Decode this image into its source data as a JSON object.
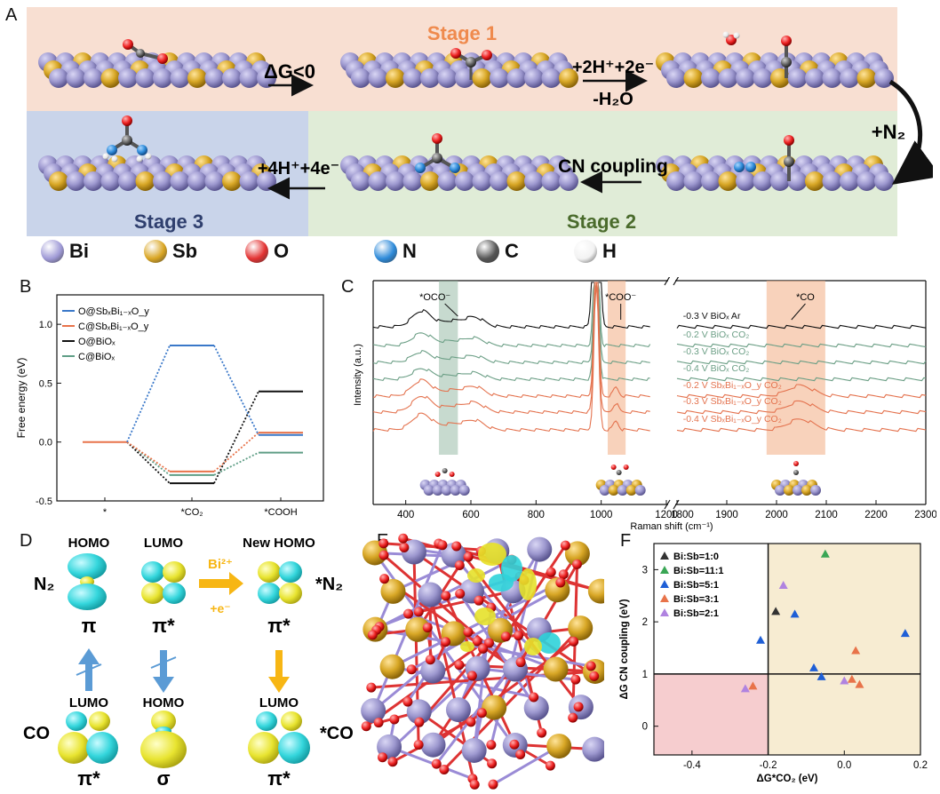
{
  "panelA": {
    "label": "A",
    "stage1": "Stage 1",
    "stage2": "Stage 2",
    "stage3": "Stage 3",
    "step1": "ΔG<0",
    "step2_top": "+2H⁺+2e⁻",
    "step2_bottom": "-H₂O",
    "step3": "+N₂",
    "step4": "CN coupling",
    "step5": "+4H⁺+4e⁻",
    "colors": {
      "stage1": "#f8dfd2",
      "stage2": "#e0ecd7",
      "stage3": "#c9d4ea",
      "stage1_text": "#ef8a4d",
      "stage2_text": "#4a6b2c",
      "stage3_text": "#2f3f6e",
      "bi": "#9d98cf",
      "sb": "#d8a726"
    }
  },
  "atoms": [
    {
      "symbol": "Bi",
      "color": "#9f9ad6"
    },
    {
      "symbol": "Sb",
      "color": "#d9a522"
    },
    {
      "symbol": "O",
      "color": "#e33232"
    },
    {
      "symbol": "N",
      "color": "#2d8ad9"
    },
    {
      "symbol": "C",
      "color": "#555555"
    },
    {
      "symbol": "H",
      "color": "#f2f2f2"
    }
  ],
  "panelB": {
    "label": "B"
  },
  "panelC": {
    "label": "C"
  },
  "panelD": {
    "label": "D",
    "homo": "HOMO",
    "lumo": "LUMO",
    "new_homo": "New HOMO",
    "n2": "N₂",
    "co": "CO",
    "n2_ads": "*N₂",
    "co_ads": "*CO",
    "pi": "π",
    "pistar": "π*",
    "sigma": "σ",
    "donor": "Bi²⁺",
    "electron": "+e⁻"
  },
  "panelE": {
    "label": "E"
  },
  "panelF": {
    "label": "F"
  },
  "chart_data": [
    {
      "type": "line",
      "panel": "B",
      "ylabel": "Free energy (eV)",
      "categories": [
        "*",
        "*CO₂",
        "*COOH"
      ],
      "ylim": [
        -0.5,
        1.25
      ],
      "yticks": [
        "-0.5",
        "0.0",
        "0.5",
        "1.0"
      ],
      "series": [
        {
          "name": "O@SbₓBi₁₋ₓO_y",
          "color": "#3a78c9",
          "values": [
            0,
            0.82,
            0.06
          ]
        },
        {
          "name": "C@SbₓBi₁₋ₓO_y",
          "color": "#e8734a",
          "values": [
            0,
            -0.25,
            0.08
          ]
        },
        {
          "name": "O@BiOₓ",
          "color": "#111111",
          "values": [
            0,
            -0.35,
            0.43
          ]
        },
        {
          "name": "C@BiOₓ",
          "color": "#5f9e86",
          "values": [
            0,
            -0.28,
            -0.09
          ]
        }
      ]
    },
    {
      "type": "line",
      "panel": "C",
      "xlabel": "Raman shift (cm⁻¹)",
      "ylabel": "Intensity (a.u.)",
      "xticks_left": [
        "400",
        "600",
        "800",
        "1000",
        "1200"
      ],
      "xticks_right": [
        "1800",
        "1900",
        "2000",
        "2100",
        "2200",
        "2300"
      ],
      "xlim_left": [
        300,
        1200
      ],
      "xlim_right": [
        1800,
        2300
      ],
      "annotations": [
        "*OCO⁻",
        "*COO⁻",
        "*CO"
      ],
      "series": [
        {
          "name": "-0.3 V BiOₓ Ar",
          "color": "#111111"
        },
        {
          "name": "-0.2 V BiOₓ CO₂",
          "color": "#6c9f86"
        },
        {
          "name": "-0.3 V BiOₓ CO₂",
          "color": "#6c9f86"
        },
        {
          "name": "-0.4 V BiOₓ CO₂",
          "color": "#6c9f86"
        },
        {
          "name": "-0.2 V SbₓBi₁₋ₓO_y CO₂",
          "color": "#e4734f"
        },
        {
          "name": "-0.3 V SbₓBi₁₋ₓO_y CO₂",
          "color": "#e4734f"
        },
        {
          "name": "-0.4 V SbₓBi₁₋ₓO_y CO₂",
          "color": "#e4734f"
        }
      ]
    },
    {
      "type": "scatter",
      "panel": "F",
      "xlabel": "ΔG*CO₂ (eV)",
      "ylabel": "ΔG CN coupling (eV)",
      "xlim": [
        -0.5,
        0.2
      ],
      "ylim": [
        -0.55,
        3.5
      ],
      "xticks": [
        "-0.4",
        "-0.2",
        "0.0",
        "0.2"
      ],
      "yticks": [
        "0",
        "1",
        "2",
        "3"
      ],
      "series": [
        {
          "name": "Bi:Sb=1:0",
          "color": "#333333",
          "points": [
            [
              -0.18,
              2.2
            ]
          ]
        },
        {
          "name": "Bi:Sb=11:1",
          "color": "#3aa655",
          "points": [
            [
              -0.05,
              3.3
            ]
          ]
        },
        {
          "name": "Bi:Sb=5:1",
          "color": "#1f5fd6",
          "points": [
            [
              -0.22,
              1.65
            ],
            [
              -0.13,
              2.15
            ],
            [
              -0.08,
              1.12
            ],
            [
              -0.06,
              0.95
            ],
            [
              0.16,
              1.78
            ]
          ]
        },
        {
          "name": "Bi:Sb=3:1",
          "color": "#e8734a",
          "points": [
            [
              0.03,
              1.45
            ],
            [
              0.02,
              0.9
            ],
            [
              0.04,
              0.8
            ],
            [
              -0.24,
              0.77
            ]
          ]
        },
        {
          "name": "Bi:Sb=2:1",
          "color": "#b083e0",
          "points": [
            [
              -0.16,
              2.7
            ],
            [
              -0.26,
              0.72
            ],
            [
              0.0,
              0.87
            ]
          ]
        }
      ]
    }
  ]
}
